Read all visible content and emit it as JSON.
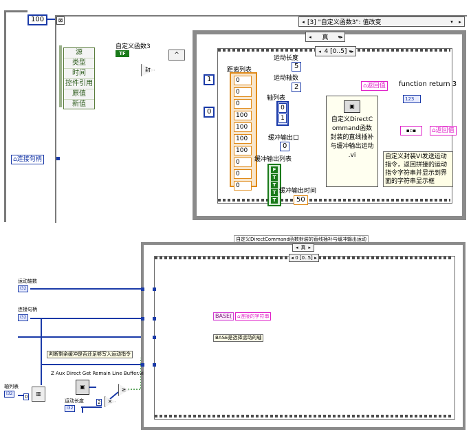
{
  "top_diagram": {
    "const_100": "100",
    "event_case_label": "[3] \"自定义函数3\": 值改变",
    "event_data": [
      "源",
      "类型",
      "时间",
      "控件引用",
      "原值",
      "新值"
    ],
    "custom_func_label": "自定义函数3",
    "custom_func_terminal": "TF",
    "conn_handle_label": "连接句柄",
    "const_1": "1",
    "const_0": "0",
    "case_selector": "真",
    "seq_selector": "4 [0..5]",
    "distance_list_label": "距离列表",
    "distance_list": [
      "0",
      "0",
      "0",
      "100",
      "100",
      "100",
      "100",
      "0",
      "0",
      "0"
    ],
    "motion_length_label": "运动长度",
    "motion_length_value": "5",
    "axis_count_label": "运动轴数",
    "axis_count_value": "2",
    "axis_list_label": "轴列表",
    "axis_list": [
      "0",
      "1"
    ],
    "buffer_port_label": "缓冲输出口",
    "buffer_port_value": "0",
    "buffer_list_label": "缓冲输出列表",
    "buffer_list": [
      "F",
      "T",
      "T",
      "T",
      "T"
    ],
    "buffer_time_label": "缓冲输出时间",
    "buffer_time_value": "50",
    "subvi_text": "自定义DirectCommand函数封装的直线插补与缓冲输出运动.vi",
    "subvi_lines": [
      "自定义DirectC",
      "ommand函数",
      "封装的直线插补",
      "与缓冲输出运动",
      ".vi"
    ],
    "return_label": "返回值",
    "function_return_label": "function return 3",
    "indicator_123": "123",
    "return_label_2": "返回值",
    "comment_text": "自定义封装VI发送运动指令，返回拼接的运动指令字符串并显示到界面的字符串显示框",
    "comment_lines": [
      "自定义封装VI发送运动",
      "指令，返回拼接的运动",
      "指令字符串并显示到界",
      "面的字符串显示框"
    ]
  },
  "bottom_diagram": {
    "title": "自定义DirectCommand函数封装的直线插补与缓冲输出运动",
    "case_selector": "真",
    "seq_selector": "0 [0..5]",
    "axis_count_label": "运动轴数",
    "conn_handle_label": "连接句柄",
    "axis_list_label": "轴列表",
    "motion_length_label": "运动长度",
    "ind_axis_count": "I32",
    "ind_conn": "I32",
    "ind_axis_list": "I32",
    "ind_length": "I32",
    "const_0": "0",
    "const_2": "2",
    "remain_comment": "判断剩余缓冲是否还足够写入运动指令",
    "remain_subvi": "Z Aux Direct Get Remain Line Buffer.vi",
    "base_const": "BASE(",
    "concat_label": "连接的字符串",
    "base_comment": "BASE是选择运动的轴"
  }
}
